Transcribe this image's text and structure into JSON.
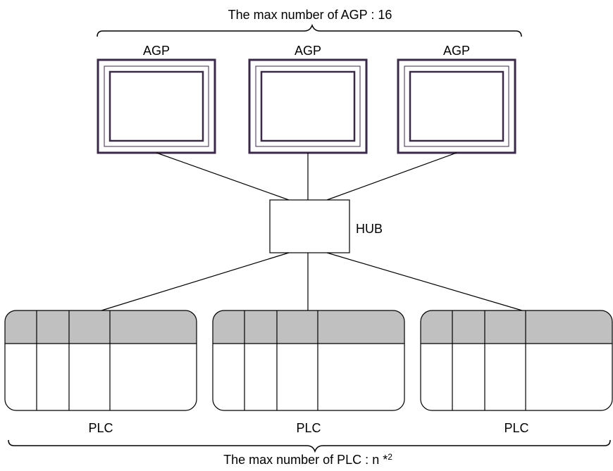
{
  "top_caption": "The max number of AGP : 16",
  "agp_devices": [
    {
      "label": "AGP"
    },
    {
      "label": "AGP"
    },
    {
      "label": "AGP"
    }
  ],
  "hub_label": "HUB",
  "plc_devices": [
    {
      "label": "PLC"
    },
    {
      "label": "PLC"
    },
    {
      "label": "PLC"
    }
  ],
  "bottom_caption": "The max number of PLC : n *",
  "bottom_caption_sup": "2",
  "colors": {
    "agp_frame": "#3a2a48",
    "plc_header": "#c0c0c0",
    "line": "#000000"
  }
}
